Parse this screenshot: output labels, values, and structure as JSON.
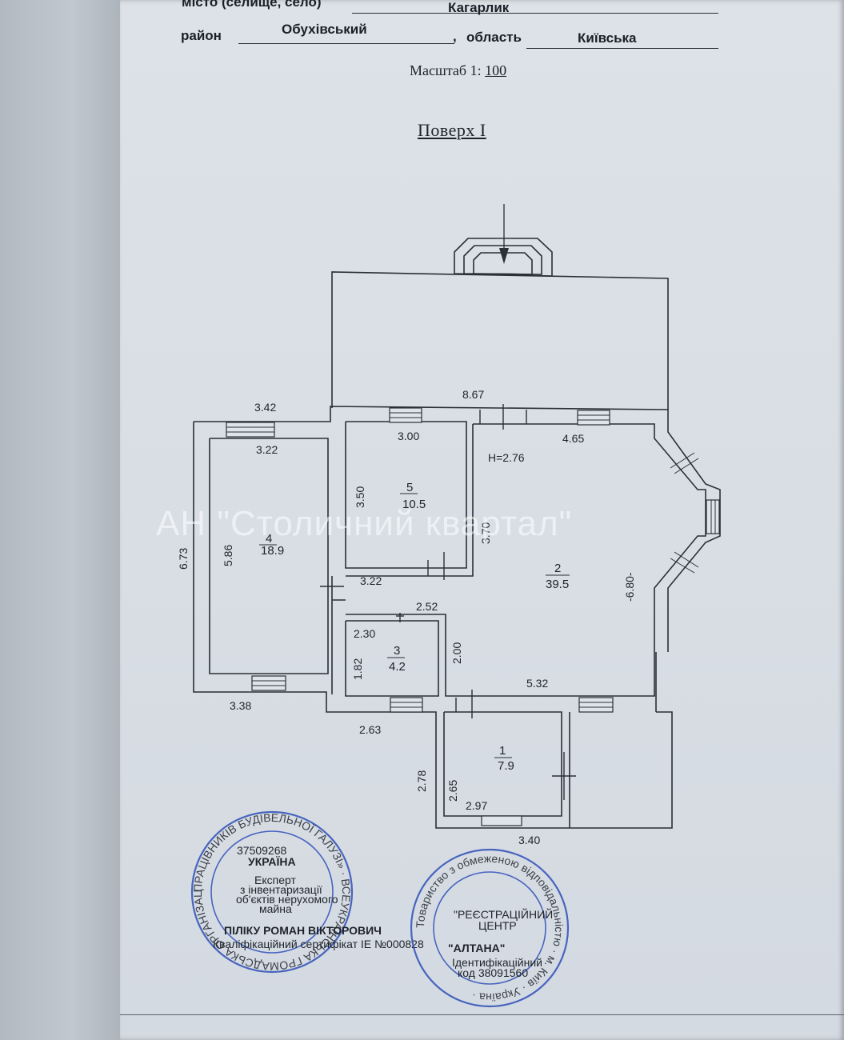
{
  "header": {
    "city_label": "місто (селище, село)",
    "city_value": "Кагарлик",
    "district_label": "район",
    "district_value": "Обухівський",
    "region_separator": ",",
    "region_label": "область",
    "region_value": "Київська"
  },
  "scale": {
    "label": "Масштаб 1:",
    "value": "100"
  },
  "floor_title": "Поверх  I",
  "plan": {
    "ceiling_height": "H=2.76",
    "rooms": [
      {
        "number": "1",
        "area": "7.9"
      },
      {
        "number": "2",
        "area": "39.5"
      },
      {
        "number": "3",
        "area": "4.2"
      },
      {
        "number": "4",
        "area": "18.9"
      },
      {
        "number": "5",
        "area": "10.5"
      }
    ],
    "dimensions": {
      "d342": "3.42",
      "d867": "8.67",
      "d300": "3.00",
      "d465": "4.65",
      "d322a": "3.22",
      "d350": "3.50",
      "d370": "3.70",
      "d586": "5.86",
      "d673": "6.73",
      "d322b": "3.22",
      "d252": "2.52",
      "d230": "2.30",
      "d182": "1.82",
      "d200": "2.00",
      "d680": "-6.80-",
      "d532": "5.32",
      "d338": "3.38",
      "d263": "2.63",
      "d278": "2.78",
      "d265": "2.65",
      "d297": "2.97",
      "d340": "3.40"
    }
  },
  "watermark": "АН \"Столичний квартал\"",
  "stamps": {
    "left": {
      "ring_text": "ПРАЦІВНИКІВ БУДІВЕЛЬНОЇ ГАЛУЗІ» · ВСЕУКРАЇНСЬКА ГРОМАДСЬКА ОРГАНІЗАЦІЯ",
      "code": "37509268",
      "country": "УКРАЇНА",
      "inner_lines": [
        "Експерт",
        "з інвентаризації",
        "об'єктів нерухомого",
        "майна"
      ],
      "name": "ПІЛІКУ РОМАН ВІКТОРОВИЧ",
      "cert": "Кваліфікаційний сертифікат ІЕ №000828"
    },
    "right": {
      "ring_text": "Товариство з обмеженою відповідальністю · м. Київ · Україна ·",
      "center_line1": "\"РЕЄСТРАЦІЙНИЙ",
      "center_line2": "ЦЕНТР",
      "name": "\"АЛТАНА\"",
      "id_label": "Ідентифікаційний",
      "id_code": "код 38091560"
    }
  },
  "colors": {
    "ink": "#1f242c",
    "stamp": "#2f4fb8",
    "paper": "#d8dde3"
  }
}
